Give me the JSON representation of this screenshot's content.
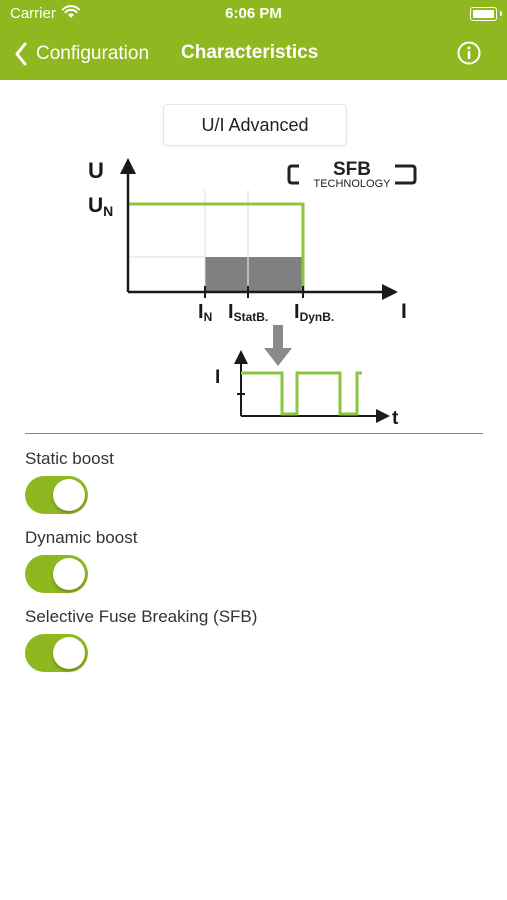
{
  "status_bar": {
    "carrier": "Carrier",
    "time": "6:06 PM",
    "wifi_icon": "wifi-icon",
    "battery_icon": "battery-icon"
  },
  "nav": {
    "back_label": "Configuration",
    "title": "Characteristics",
    "back_icon": "chevron-left-icon",
    "info_icon": "info-icon"
  },
  "mode_button": {
    "label": "U/I Advanced"
  },
  "diagram": {
    "logo_text": "SFB",
    "logo_subtext": "TECHNOLOGY",
    "axis_u": "U",
    "label_un": "U",
    "label_un_sub": "N",
    "axis_i": "I",
    "label_in": "I",
    "label_in_sub": "N",
    "label_istat": "I",
    "label_istat_sub": "StatB.",
    "label_idyn": "I",
    "label_idyn_sub": "DynB.",
    "pulse_axis_i": "I",
    "pulse_axis_t": "t"
  },
  "settings": [
    {
      "label": "Static boost",
      "enabled": true
    },
    {
      "label": "Dynamic boost",
      "enabled": true
    },
    {
      "label": "Selective Fuse Breaking (SFB)",
      "enabled": true
    }
  ],
  "colors": {
    "accent": "#8fb820",
    "diagram_green": "#8cc63f",
    "gray_fill": "#808080",
    "arrow_gray": "#8a8a8a"
  }
}
